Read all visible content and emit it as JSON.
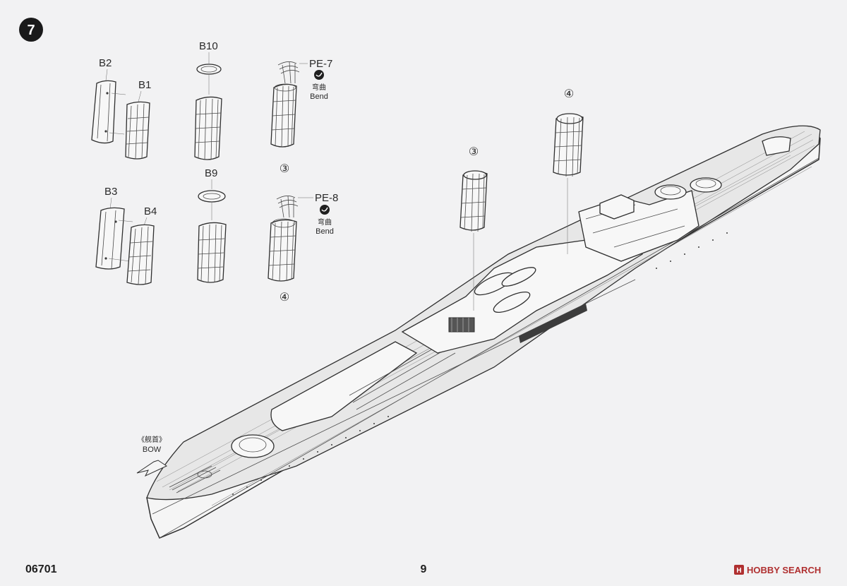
{
  "step": {
    "number": "7"
  },
  "parts": {
    "b2": "B2",
    "b1": "B1",
    "b3": "B3",
    "b4": "B4",
    "b10": "B10",
    "b9": "B9",
    "pe7": "PE-7",
    "pe8": "PE-8",
    "bend_cn": "弯曲",
    "bend_en": "Bend"
  },
  "callouts": {
    "funnel_3": "③",
    "funnel_4": "④"
  },
  "bow": {
    "cn": "《舰首》",
    "en": "BOW"
  },
  "footer": {
    "kit_number": "06701",
    "page_number": "9",
    "watermark_logo": "H",
    "watermark_brand": "HOBBY SEARCH"
  },
  "colors": {
    "line": "#2f2f2f",
    "paper": "#f2f2f3",
    "watermark": "#b03030"
  }
}
